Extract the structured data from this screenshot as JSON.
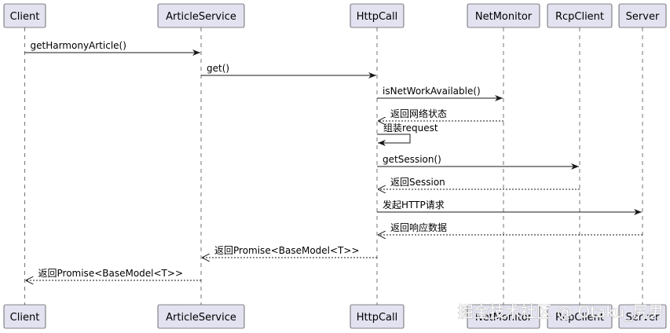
{
  "participants": [
    {
      "name": "Client"
    },
    {
      "name": "ArticleService"
    },
    {
      "name": "HttpCall"
    },
    {
      "name": "NetMonitor"
    },
    {
      "name": "RcpClient"
    },
    {
      "name": "Server"
    }
  ],
  "messages": [
    {
      "from": 0,
      "to": 1,
      "label": "getHarmonyArticle()",
      "style": "solid"
    },
    {
      "from": 1,
      "to": 2,
      "label": "get()",
      "style": "solid"
    },
    {
      "from": 2,
      "to": 3,
      "label": "isNetWorkAvailable()",
      "style": "solid"
    },
    {
      "from": 3,
      "to": 2,
      "label": "返回网络状态",
      "style": "dashed"
    },
    {
      "from": 2,
      "to": 2,
      "label": "组装request",
      "style": "self"
    },
    {
      "from": 2,
      "to": 4,
      "label": "getSession()",
      "style": "solid"
    },
    {
      "from": 4,
      "to": 2,
      "label": "返回Session",
      "style": "dashed"
    },
    {
      "from": 2,
      "to": 5,
      "label": "发起HTTP请求",
      "style": "solid"
    },
    {
      "from": 5,
      "to": 2,
      "label": "返回响应数据",
      "style": "dashed"
    },
    {
      "from": 2,
      "to": 1,
      "label": "返回Promise<BaseModel<T>>",
      "style": "dashed"
    },
    {
      "from": 1,
      "to": 0,
      "label": "返回Promise<BaseModel<T>>",
      "style": "dashed"
    }
  ],
  "watermark": "掘金技术社区 @ Otaku_尻男",
  "colors": {
    "box_fill": "#e2e2f0",
    "line": "#181818",
    "watermark": "#ffffff"
  }
}
